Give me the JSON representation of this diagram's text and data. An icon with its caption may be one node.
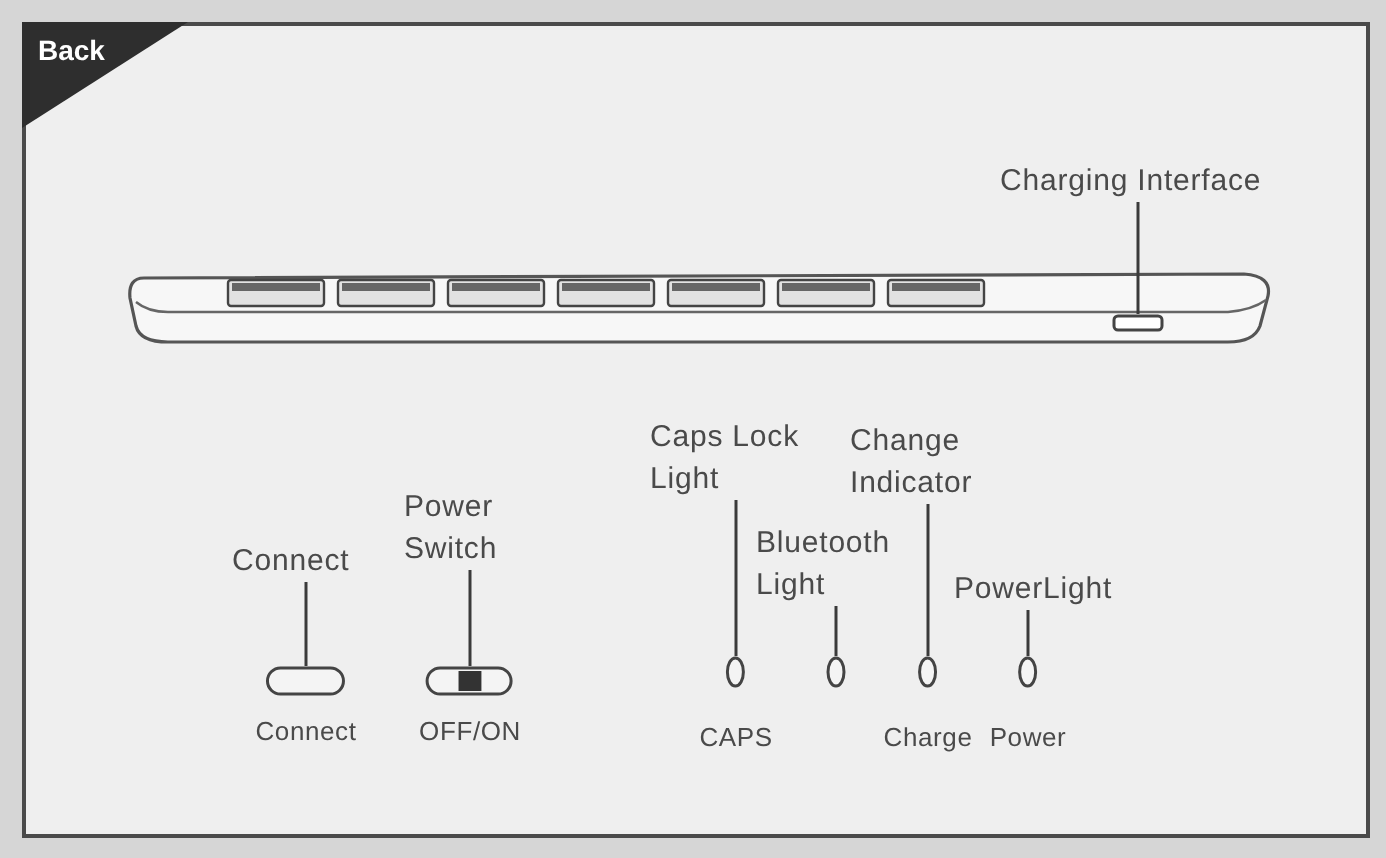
{
  "diagram": {
    "nodes": [
      {
        "text": [
          "Charging Interface"
        ]
      },
      {
        "text": [],
        "shape": "box"
      },
      {
        "text": [
          "Connect"
        ]
      },
      {
        "text": [
          "Power Switch"
        ]
      },
      {
        "text": [
          "Caps Lock Light"
        ]
      },
      {
        "text": [
          "Change Indicator"
        ]
      },
      {
        "text": [
          "Bluetooth Light"
        ]
      },
      {
        "text": [
          "PowerLight"
        ]
      },
      {
        "text": [],
        "shape": "button",
        "beside": [
          "Connect"
        ]
      },
      {
        "text": [],
        "shape": "switch",
        "beside": [
          "OFF/ON"
        ]
      },
      {
        "text": [],
        "shape": "circle",
        "beside": [
          "CAPS"
        ]
      },
      {
        "text": [],
        "shape": "circle"
      },
      {
        "text": [],
        "shape": "circle",
        "beside": [
          "Charge"
        ]
      },
      {
        "text": [],
        "shape": "circle",
        "beside": [
          "Power"
        ]
      }
    ],
    "edges": [
      {
        "from": 0,
        "to": 1,
        "arrow": "none"
      },
      {
        "from": 2,
        "to": 8,
        "arrow": "none"
      },
      {
        "from": 3,
        "to": 9,
        "arrow": "none"
      },
      {
        "from": 4,
        "to": 10,
        "arrow": "none"
      },
      {
        "from": 5,
        "to": 12,
        "arrow": "none"
      },
      {
        "from": 6,
        "to": 11,
        "arrow": "none"
      },
      {
        "from": 7,
        "to": 13,
        "arrow": "none"
      }
    ],
    "labels": [
      "Back"
    ]
  }
}
